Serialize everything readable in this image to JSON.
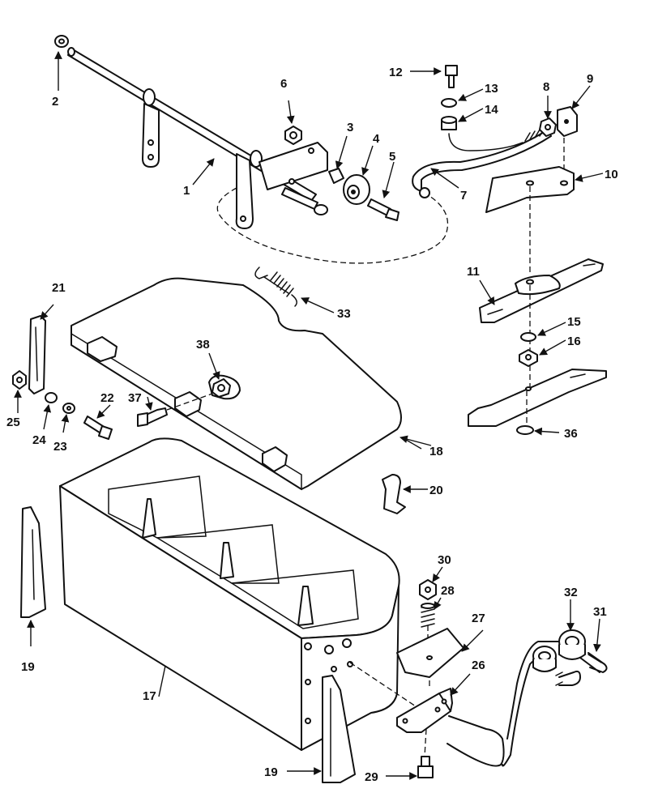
{
  "callouts": {
    "c1": "1",
    "c2": "2",
    "c3": "3",
    "c4": "4",
    "c5": "5",
    "c6": "6",
    "c7": "7",
    "c8": "8",
    "c9": "9",
    "c10": "10",
    "c11": "11",
    "c12": "12",
    "c13": "13",
    "c14": "14",
    "c15": "15",
    "c16": "16",
    "c17": "17",
    "c18": "18",
    "c19a": "19",
    "c19b": "19",
    "c20": "20",
    "c21": "21",
    "c22": "22",
    "c23": "23",
    "c24": "24",
    "c25": "25",
    "c26": "26",
    "c27": "27",
    "c28": "28",
    "c29": "29",
    "c30": "30",
    "c31": "31",
    "c32": "32",
    "c33": "33",
    "c36": "36",
    "c37": "37",
    "c38": "38"
  }
}
